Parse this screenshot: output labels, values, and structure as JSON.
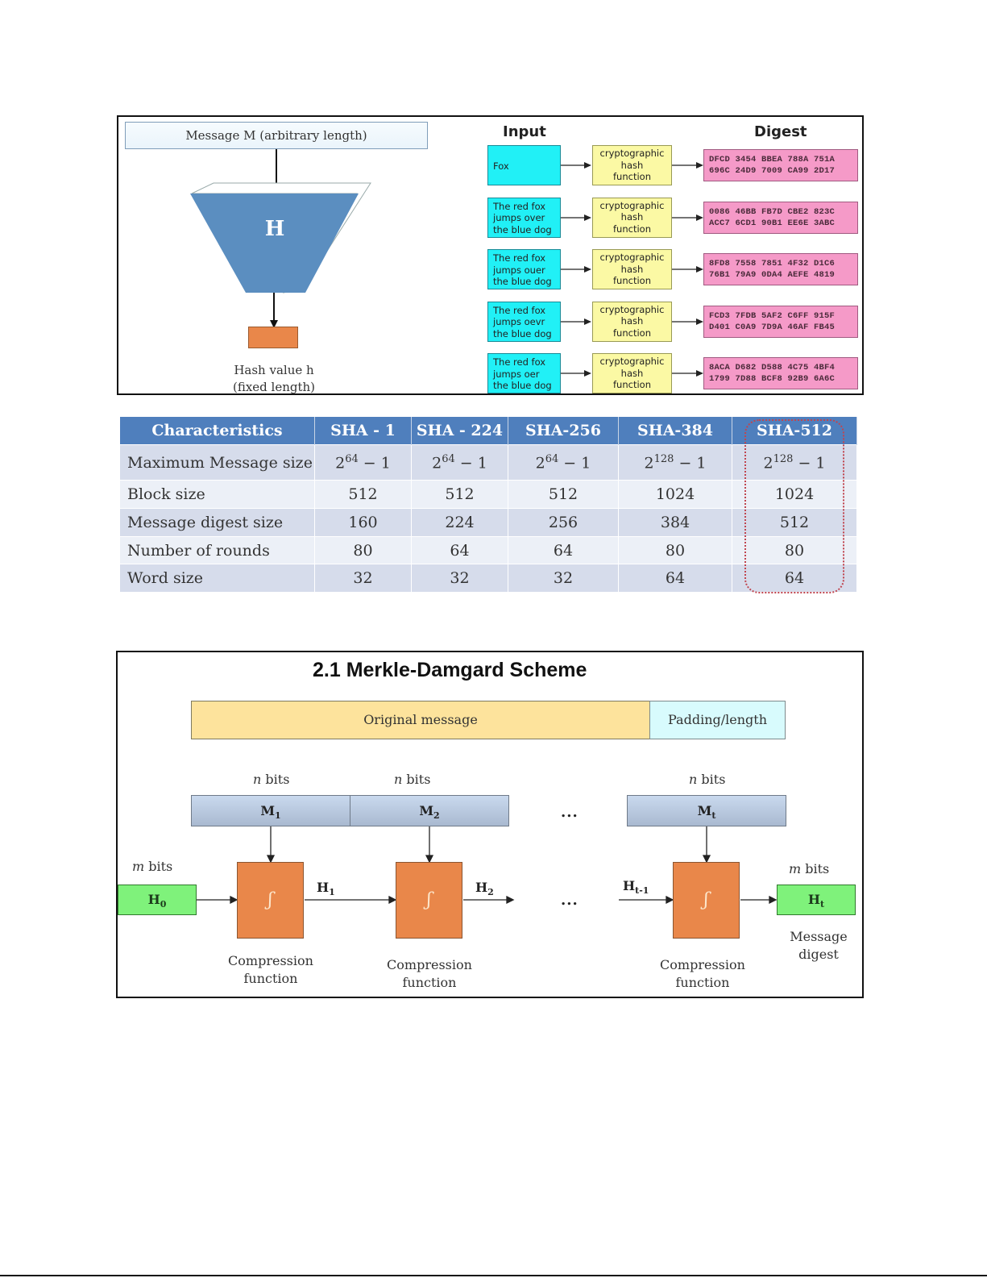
{
  "figure1": {
    "funnel": {
      "message_label": "Message M (arbitrary length)",
      "hash_label": "H",
      "output_label_line1": "Hash value h",
      "output_label_line2": "(fixed length)",
      "colors": {
        "funnel": "#5b8ec0",
        "output": "#e9874a"
      }
    },
    "examples": {
      "input_header": "Input",
      "digest_header": "Digest",
      "function_label": [
        "cryptographic",
        "hash",
        "function"
      ],
      "rows": [
        {
          "input": [
            "Fox"
          ],
          "digest": [
            "DFCD 3454 BBEA 788A 751A",
            "696C 24D9 7009 CA99 2D17"
          ]
        },
        {
          "input": [
            "The red fox",
            "jumps over",
            "the blue dog"
          ],
          "digest": [
            "0086 46BB FB7D CBE2 823C",
            "ACC7 6CD1 90B1 EE6E 3ABC"
          ]
        },
        {
          "input": [
            "The red fox",
            "jumps ouer",
            "the blue dog"
          ],
          "digest": [
            "8FD8 7558 7851 4F32 D1C6",
            "76B1 79A9 0DA4 AEFE 4819"
          ]
        },
        {
          "input": [
            "The red fox",
            "jumps oevr",
            "the blue dog"
          ],
          "digest": [
            "FCD3 7FDB 5AF2 C6FF 915F",
            "D401 C0A9 7D9A 46AF FB45"
          ]
        },
        {
          "input": [
            "The red fox",
            "jumps oer",
            "the blue dog"
          ],
          "digest": [
            "8ACA D682 D588 4C75 4BF4",
            "1799 7D88 BCF8 92B9 6A6C"
          ]
        }
      ],
      "colors": {
        "input": "#21f0f6",
        "function": "#fbf9a4",
        "digest": "#f59ac8"
      }
    }
  },
  "sha_table": {
    "headers": [
      "Characteristics",
      "SHA - 1",
      "SHA - 224",
      "SHA-256",
      "SHA-384",
      "SHA-512"
    ],
    "highlighted_column": "SHA-512",
    "rows": [
      {
        "label": "Maximum Message size",
        "values": [
          {
            "base": "2",
            "exp": "64",
            "rest": " − 1"
          },
          {
            "base": "2",
            "exp": "64",
            "rest": " − 1"
          },
          {
            "base": "2",
            "exp": "64",
            "rest": " − 1"
          },
          {
            "base": "2",
            "exp": "128",
            "rest": " − 1"
          },
          {
            "base": "2",
            "exp": "128",
            "rest": " − 1"
          }
        ]
      },
      {
        "label": "Block size",
        "values": [
          "512",
          "512",
          "512",
          "1024",
          "1024"
        ]
      },
      {
        "label": "Message digest size",
        "values": [
          "160",
          "224",
          "256",
          "384",
          "512"
        ]
      },
      {
        "label": "Number of rounds",
        "values": [
          "80",
          "64",
          "64",
          "80",
          "80"
        ]
      },
      {
        "label": "Word size",
        "values": [
          "32",
          "32",
          "32",
          "64",
          "64"
        ]
      }
    ],
    "colors": {
      "header": "#4f7fbd",
      "row_dark": "#d6dceb",
      "row_light": "#ecf0f7",
      "highlight": "#c0454f"
    }
  },
  "figure2": {
    "title": "2.1 Merkle-Damgard Scheme",
    "original_message": "Original message",
    "padding_length": "Padding/length",
    "n_bits_var": "n",
    "m_bits_var": "m",
    "bits_word": " bits",
    "blocks": [
      {
        "main": "M",
        "sub": "1"
      },
      {
        "main": "M",
        "sub": "2"
      },
      {
        "main": "M",
        "sub": "t"
      }
    ],
    "ellipsis": "...",
    "function_symbol": "ʃ",
    "h0": {
      "main": "H",
      "sub": "0"
    },
    "h1": {
      "main": "H",
      "sub": "1"
    },
    "h2": {
      "main": "H",
      "sub": "2"
    },
    "ht1": {
      "main": "H",
      "sub": "t-1"
    },
    "ht": {
      "main": "H",
      "sub": "t"
    },
    "compression_line1": "Compression",
    "compression_line2": "function",
    "digest_line1": "Message",
    "digest_line2": "digest",
    "colors": {
      "original": "#fde39c",
      "padding": "#d8fbfd",
      "block": "#b9c9e0",
      "compression": "#e9874a",
      "state": "#7ff27b"
    }
  }
}
